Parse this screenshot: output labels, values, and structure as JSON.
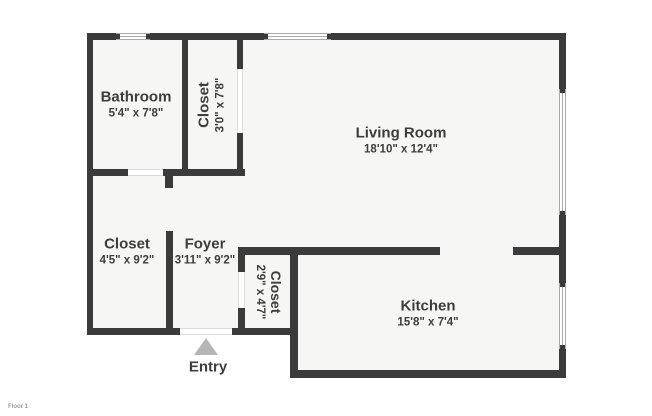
{
  "floor_plan": {
    "floor_note": "Floor 1",
    "entry": {
      "label": "Entry"
    },
    "rooms": {
      "bathroom": {
        "name": "Bathroom",
        "dims": "5'4\" x 7'8\""
      },
      "closet_top": {
        "name": "Closet",
        "dims": "3'0\" x 7'8\""
      },
      "living_room": {
        "name": "Living Room",
        "dims": "18'10\" x 12'4\""
      },
      "closet_left": {
        "name": "Closet",
        "dims": "4'5\" x 9'2\""
      },
      "foyer": {
        "name": "Foyer",
        "dims": "3'11\" x 9'2\""
      },
      "closet_small": {
        "name": "Closet",
        "dims": "2'9\" x 4'7\""
      },
      "kitchen": {
        "name": "Kitchen",
        "dims": "15'8\" x 7'4\""
      }
    },
    "colors": {
      "wall": "#3b3b3b",
      "room_fill": "#f6f6f5",
      "text": "#3d3d3d",
      "entry_arrow": "#b5b5b5"
    }
  }
}
